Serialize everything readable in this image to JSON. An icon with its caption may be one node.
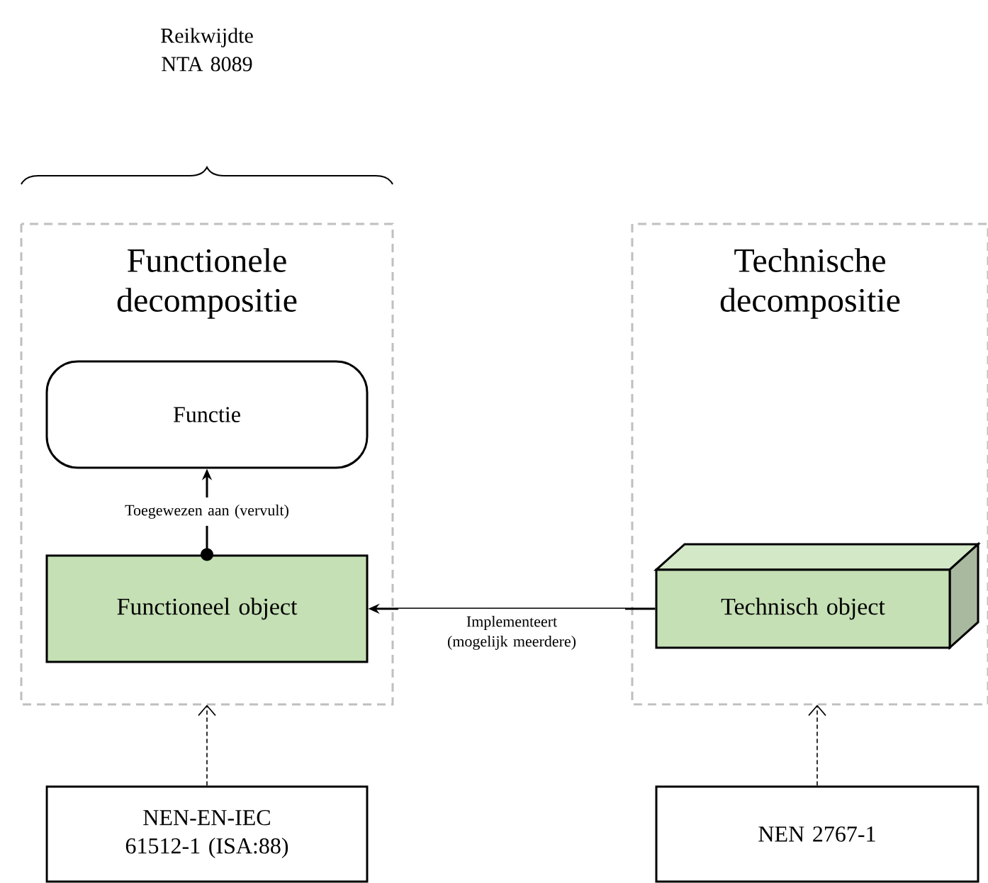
{
  "diagram": {
    "nodes": [
      {
        "text": [
          "Functionele decompositie"
        ]
      },
      {
        "text": [
          "Functie"
        ],
        "in": 0
      },
      {
        "text": [
          "Functioneel object"
        ],
        "in": 0
      },
      {
        "text": [
          "Technische decompositie"
        ]
      },
      {
        "text": [
          "Technisch object"
        ],
        "in": 3
      },
      {
        "text": [
          "NEN-EN-IEC 61512-1 (ISA:88)"
        ]
      },
      {
        "text": [
          "NEN 2767-1"
        ]
      }
    ],
    "edges": [
      {
        "from": 2,
        "to": 1,
        "arrow": "to",
        "label": "Toegewezen aan (vervult)"
      },
      {
        "from": 4,
        "to": 2,
        "arrow": "to",
        "label": "Implementeert (mogelijk meerdere)"
      },
      {
        "from": 5,
        "to": 0,
        "arrow": "to",
        "style": "dashed"
      },
      {
        "from": 6,
        "to": 3,
        "arrow": "to",
        "style": "dashed"
      }
    ],
    "labels": [
      "Reikwijdte NTA 8089"
    ]
  }
}
